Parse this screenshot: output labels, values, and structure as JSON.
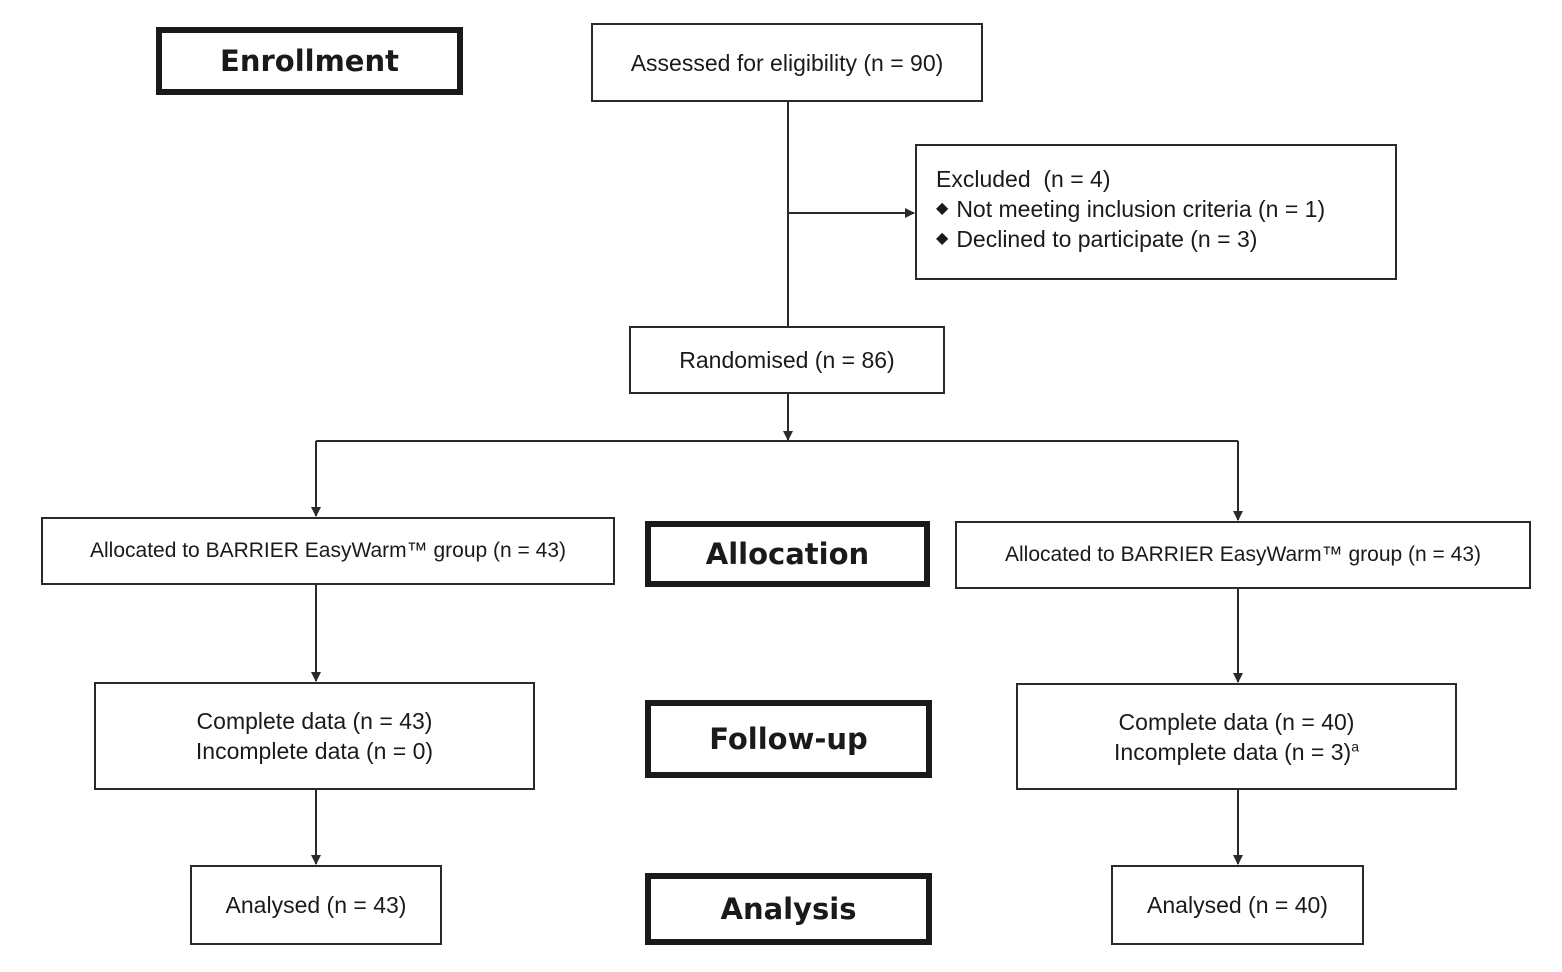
{
  "stages": {
    "enrollment": "Enrollment",
    "allocation": "Allocation",
    "follow_up": "Follow-up",
    "analysis": "Analysis"
  },
  "assessed": "Assessed for eligibility (n = 90)",
  "excluded": {
    "title": "Excluded  (n = 4)",
    "bullet_icon": "diamond-bullet",
    "items": [
      "Not meeting inclusion criteria (n = 1)",
      "Declined to participate (n = 3)"
    ]
  },
  "randomised": "Randomised (n = 86)",
  "left_arm": {
    "allocated": "Allocated to BARRIER EasyWarm™ group (n = 43)",
    "complete": "Complete data (n = 43)",
    "incomplete": "Incomplete data (n = 0)",
    "analysed": "Analysed (n = 43)"
  },
  "right_arm": {
    "allocated": "Allocated to BARRIER EasyWarm™ group (n = 43)",
    "complete": "Complete data (n = 40)",
    "incomplete": "Incomplete data (n = 3)",
    "incomplete_note": "a",
    "analysed": "Analysed (n = 40)"
  },
  "colors": {
    "line": "#2a2a2a",
    "stage_border": "#1a1a1a"
  }
}
